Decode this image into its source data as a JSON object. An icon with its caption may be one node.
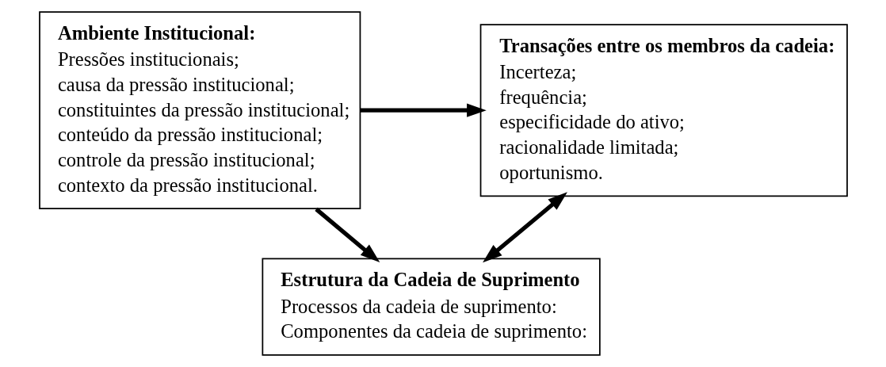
{
  "diagram": {
    "nodes": [
      {
        "text": [
          "Ambiente Institucional:",
          "Pressões institucionais;",
          "causa da pressão institucional;",
          "constituintes da pressão institucional;",
          "conteúdo da pressão institucional;",
          "controle da pressão institucional;",
          "contexto da pressão institucional."
        ]
      },
      {
        "text": [
          "Transações entre os membros da cadeia:",
          "Incerteza;",
          "frequência;",
          "especificidade do ativo;",
          "racionalidade limitada;",
          "oportunismo."
        ]
      },
      {
        "text": [
          "Estrutura da Cadeia de Suprimento",
          "Processos da cadeia de suprimento:",
          "Componentes da cadeia de suprimento:"
        ]
      }
    ],
    "edges": [
      {
        "from": 0,
        "to": 1,
        "arrow": "to"
      },
      {
        "from": 0,
        "to": 2,
        "arrow": "to"
      },
      {
        "from": 2,
        "to": 1,
        "arrow": "both"
      }
    ]
  }
}
